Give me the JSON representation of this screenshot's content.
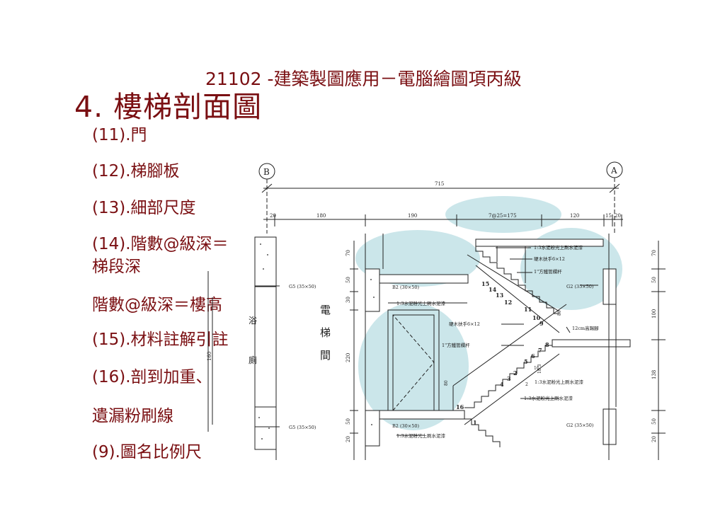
{
  "header": "21102 -建築製圖應用－電腦繪圖項丙級",
  "title": "4. 樓梯剖面圖",
  "items": [
    "(11).門",
    "(12).梯腳板",
    "(13).細部尺度",
    "(14).階數@級深＝",
    "梯段深",
    "階數@級深＝樓高",
    "(15).材料註解引註",
    "(16).剖到加重、",
    "遺漏粉刷線",
    "(9).圖名比例尺"
  ],
  "drawing": {
    "grid_left": "B",
    "grid_right": "A",
    "overall_dim": "715",
    "top_dims": [
      "20",
      "180",
      "190",
      "7@25=175",
      "120",
      "15",
      "20"
    ],
    "left_dims": [
      "70",
      "50",
      "30",
      "220",
      "50",
      "20"
    ],
    "right_dims": [
      "70",
      "50",
      "100",
      "138",
      "50",
      "20"
    ],
    "room_elevator": [
      "電",
      "梯",
      "間"
    ],
    "room_bath": [
      "浴",
      "廁"
    ],
    "beam_labels": [
      "G5 (35×50)",
      "G5 (35×50)",
      "B2 (30×50)",
      "B2 (30×50)",
      "G2 (35×50)",
      "G2 (35×50)"
    ],
    "finish_notes": [
      "1:3水泥粉光上刷水泥漆",
      "1:3水泥粉光上刷水泥漆",
      "1:3水泥粉光上刷水泥漆",
      "1:3水泥粉光上刷水泥漆",
      "1:3水泥粉光上刷水泥漆"
    ],
    "rail_notes": [
      "硬木扶手6×12",
      "1\"方鐵管欄杆",
      "硬木扶手6×12",
      "1\"方鐵管欄杆"
    ],
    "railing_height": "12cm高踢腳",
    "step_numbers": [
      "1",
      "2",
      "3",
      "4",
      "5",
      "6",
      "7",
      "8",
      "9",
      "10",
      "11",
      "12",
      "13",
      "14",
      "15",
      "16"
    ],
    "small_dims": [
      "80",
      "80",
      "2",
      "18.3",
      "16"
    ],
    "left_wall_dim": "160"
  },
  "highlight_color": "#b9dde3",
  "text_color": "#7a0f12",
  "line_color": "#222222"
}
